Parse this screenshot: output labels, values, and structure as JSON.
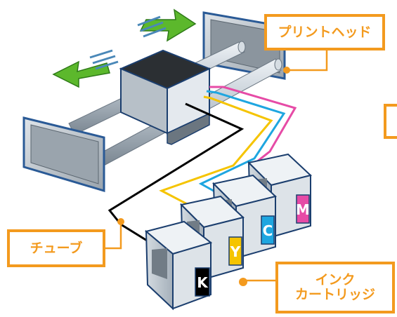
{
  "labels": {
    "print_head": "プリントヘッド",
    "tube": "チューブ",
    "cartridge_line1": "インク",
    "cartridge_line2": "カートリッジ"
  },
  "cartridges": [
    {
      "letter": "K",
      "color": "#000000"
    },
    {
      "letter": "Y",
      "color": "#f5c400"
    },
    {
      "letter": "C",
      "color": "#1ea6e0"
    },
    {
      "letter": "M",
      "color": "#e64ba6"
    }
  ],
  "colors": {
    "accent": "#f39a1e",
    "arrow": "#5cb82c",
    "tube_black": "#000000",
    "tube_yellow": "#f5c400",
    "tube_cyan": "#1ea6e0",
    "tube_magenta": "#e64ba6"
  }
}
